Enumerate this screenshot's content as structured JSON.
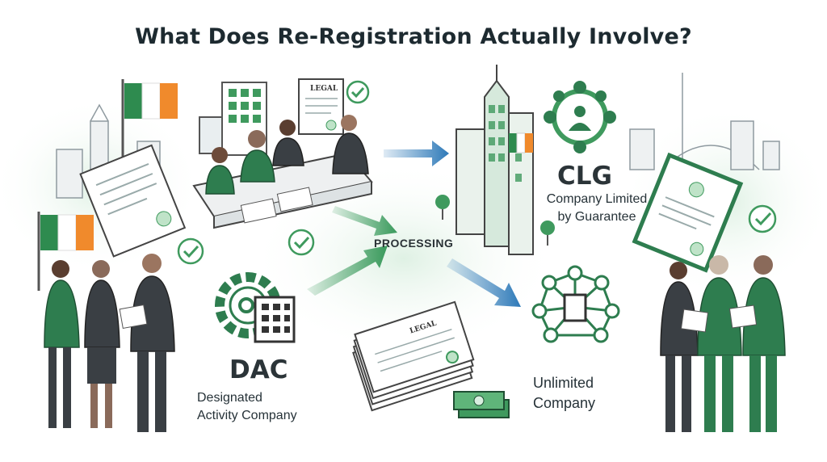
{
  "title": "What Does Re-Registration Actually Involve?",
  "labels": {
    "processing": "PROCESSING",
    "clg": {
      "abbr": "CLG",
      "line1": "Company Limited",
      "line2": "by Guarantee"
    },
    "dac": {
      "abbr": "DAC",
      "line1": "Designated",
      "line2": "Activity Company"
    },
    "unlimited": {
      "line1": "Unlimited",
      "line2": "Company"
    },
    "legal_doc_top": "LEGAL",
    "legal_doc_stack": "LEGAL"
  },
  "colors": {
    "green_dark": "#2e7d4f",
    "green_mid": "#3f9a5e",
    "green_light": "#d9efe0",
    "blue_arrow": "#2d79b8",
    "flag_orange": "#f08a2c",
    "ink": "#263238"
  },
  "icons": [
    "ireland-flag-icon",
    "checkmark-icon",
    "gear-building-icon",
    "people-network-icon",
    "building-network-icon",
    "cash-stack-icon",
    "certificate-icon"
  ]
}
